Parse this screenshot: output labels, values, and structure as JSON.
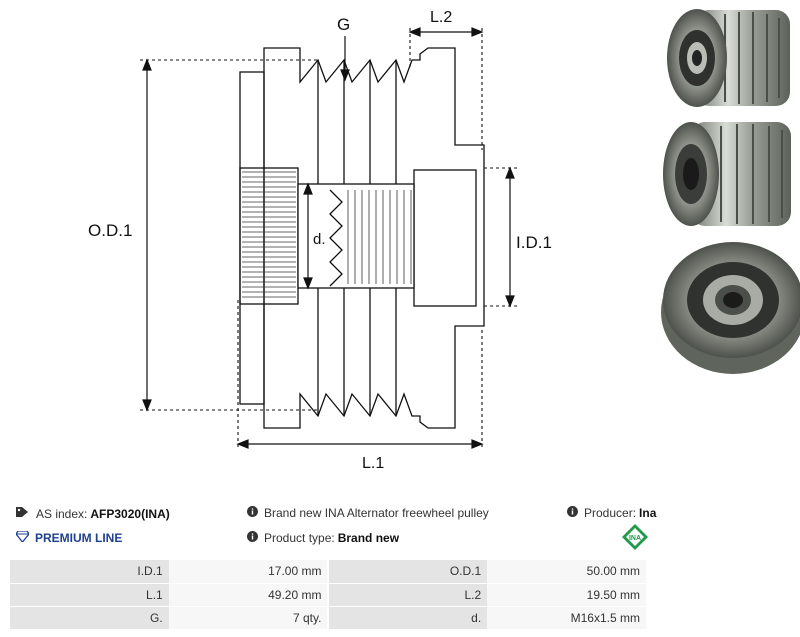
{
  "drawing": {
    "label_g": "G",
    "label_l2": "L.2",
    "label_od1": "O.D.1",
    "label_d": "d.",
    "label_id1": "I.D.1",
    "label_l1": "L.1"
  },
  "info": {
    "as_index_label": "AS index:",
    "as_index_value": "AFP3020(INA)",
    "description": "Brand new INA Alternator freewheel pulley",
    "producer_label": "Producer:",
    "producer_value": "Ina",
    "premium_line": "PREMIUM LINE",
    "product_type_label": "Product type:",
    "product_type_value": "Brand new",
    "producer_logo_text": "INA"
  },
  "specs": [
    [
      {
        "k": "I.D.1",
        "v": "17.00 mm"
      },
      {
        "k": "O.D.1",
        "v": "50.00 mm"
      }
    ],
    [
      {
        "k": "L.1",
        "v": "49.20 mm"
      },
      {
        "k": "L.2",
        "v": "19.50 mm"
      }
    ],
    [
      {
        "k": "G.",
        "v": "7 qty."
      },
      {
        "k": "d.",
        "v": "M16x1.5 mm"
      }
    ]
  ],
  "colors": {
    "accent_blue": "#1f3f8f",
    "ina_green": "#1e9a4a"
  }
}
